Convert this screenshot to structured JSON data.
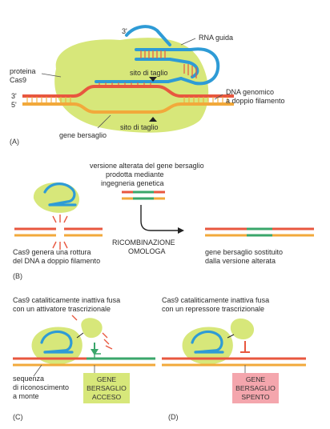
{
  "panel_a": {
    "label": "(A)",
    "prime_top": "3'",
    "prime_left_3": "3'",
    "prime_left_5": "5'",
    "guide_rna": "RNA guida",
    "protein_line1": "proteina",
    "protein_line2": "Cas9",
    "cut_site_top": "sito di taglio",
    "cut_site_bottom": "sito di taglio",
    "genomic_line1": "DNA genomico",
    "genomic_line2": "a doppio filamento",
    "target_gene": "gene bersaglio"
  },
  "panel_b": {
    "label": "(B)",
    "altered_line1": "versione alterata del gene bersaglio",
    "altered_line2": "prodotta mediante",
    "altered_line3": "ingegneria genetica",
    "cas9_line1": "Cas9 genera una rottura",
    "cas9_line2": "del DNA a doppio filamento",
    "recomb_line1": "RICOMBINAZIONE",
    "recomb_line2": "OMOLOGA",
    "replaced_line1": "gene bersaglio sostituito",
    "replaced_line2": "dalla versione alterata"
  },
  "panel_c": {
    "label": "(C)",
    "title_line1": "Cas9 cataliticamente inattiva fusa",
    "title_line2": "con un attivatore trascrizionale",
    "seq_line1": "sequenza",
    "seq_line2": "di riconoscimento",
    "seq_line3": "a monte",
    "box_line1": "GENE",
    "box_line2": "BERSAGLIO",
    "box_line3": "ACCESO"
  },
  "panel_d": {
    "label": "(D)",
    "title_line1": "Cas9 cataliticamente inattiva fusa",
    "title_line2": "con un repressore trascrizionale",
    "box_line1": "GENE",
    "box_line2": "BERSAGLIO",
    "box_line3": "SPENTO"
  },
  "colors": {
    "cas9": "#d7e77a",
    "rna": "#2e9bd6",
    "dna_red": "#e8573f",
    "dna_orange": "#f2a93b",
    "altered_green": "#3aa66a",
    "activator_box": "#d7e77a",
    "repressor_box": "#f4a6ad"
  }
}
